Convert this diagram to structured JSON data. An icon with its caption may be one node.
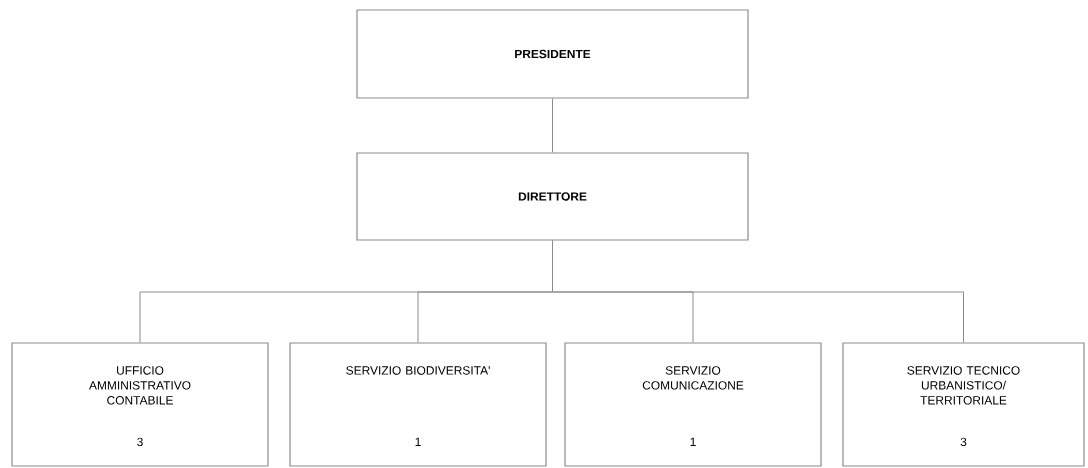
{
  "diagram": {
    "nodes": [
      {
        "text": [
          "PRESIDENTE"
        ]
      },
      {
        "text": [
          "DIRETTORE"
        ]
      },
      {
        "text": [
          "UFFICIO AMMINISTRATIVO CONTABILE",
          "3"
        ]
      },
      {
        "text": [
          "SERVIZIO BIODIVERSITA'",
          "1"
        ]
      },
      {
        "text": [
          "SERVIZIO COMUNICAZIONE",
          "1"
        ]
      },
      {
        "text": [
          "SERVIZIO TECNICO URBANISTICO/ TERRITORIALE",
          "3"
        ]
      }
    ],
    "edges": [
      {
        "from": 0,
        "to": 1,
        "arrow": "none"
      },
      {
        "from": 1,
        "to": 2,
        "arrow": "none"
      },
      {
        "from": 1,
        "to": 3,
        "arrow": "none"
      },
      {
        "from": 1,
        "to": 4,
        "arrow": "none"
      },
      {
        "from": 1,
        "to": 5,
        "arrow": "none"
      }
    ]
  }
}
